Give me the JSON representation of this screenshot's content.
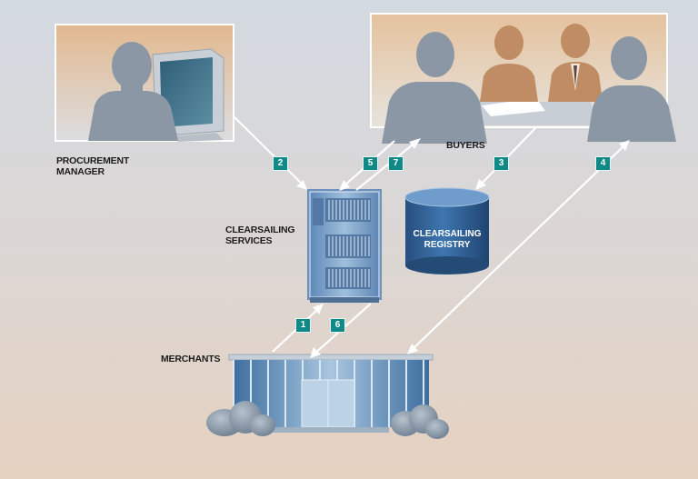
{
  "labels": {
    "procurement_line1": "PROCUREMENT",
    "procurement_line2": "MANAGER",
    "buyers": "BUYERS",
    "services_line1": "CLEARSAILING",
    "services_line2": "SERVICES",
    "merchants": "MERCHANTS",
    "registry_line1": "CLEARSAILING",
    "registry_line2": "REGISTRY"
  },
  "steps": [
    "1",
    "2",
    "3",
    "4",
    "5",
    "6",
    "7"
  ],
  "colors": {
    "arrow": "#ffffff",
    "badge": "#0f8a86",
    "silhouette": "#8c97a6",
    "registry": "#2d5f96",
    "server": "#7ea2c8"
  }
}
